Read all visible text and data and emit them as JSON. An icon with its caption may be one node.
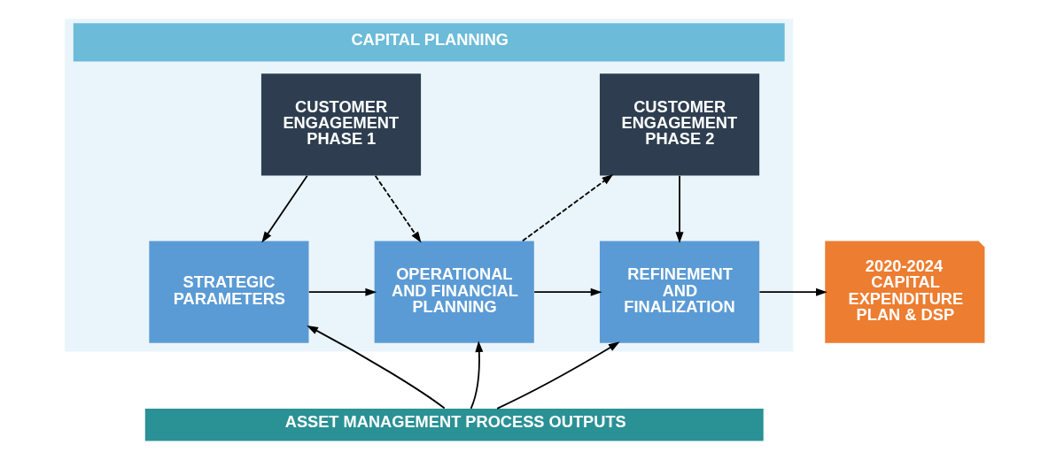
{
  "diagram": {
    "nodes": [
      {
        "text": [
          "CAPITAL PLANNING"
        ]
      },
      {
        "text": [
          "CUSTOMER ENGAGEMENT PHASE 1"
        ],
        "in": 0
      },
      {
        "text": [
          "CUSTOMER ENGAGEMENT PHASE 2"
        ],
        "in": 0
      },
      {
        "text": [
          "STRATEGIC PARAMETERS"
        ],
        "in": 0
      },
      {
        "text": [
          "OPERATIONAL AND FINANCIAL PLANNING"
        ],
        "in": 0
      },
      {
        "text": [
          "REFINEMENT AND FINALIZATION"
        ],
        "in": 0
      },
      {
        "text": [
          "2020-2024 CAPITAL EXPENDITURE PLAN & DSP"
        ]
      },
      {
        "text": [
          "ASSET MANAGEMENT PROCESS OUTPUTS"
        ]
      }
    ],
    "edges": [
      {
        "from": 1,
        "to": 3,
        "arrow": "to"
      },
      {
        "from": 1,
        "to": 4,
        "arrow": "to",
        "style": "dashed"
      },
      {
        "from": 4,
        "to": 2,
        "arrow": "to",
        "style": "dashed"
      },
      {
        "from": 2,
        "to": 5,
        "arrow": "to"
      },
      {
        "from": 3,
        "to": 4,
        "arrow": "to"
      },
      {
        "from": 4,
        "to": 5,
        "arrow": "to"
      },
      {
        "from": 5,
        "to": 6,
        "arrow": "to"
      },
      {
        "from": 7,
        "to": 3,
        "arrow": "to"
      },
      {
        "from": 7,
        "to": 4,
        "arrow": "to"
      },
      {
        "from": 7,
        "to": 5,
        "arrow": "to"
      }
    ]
  }
}
